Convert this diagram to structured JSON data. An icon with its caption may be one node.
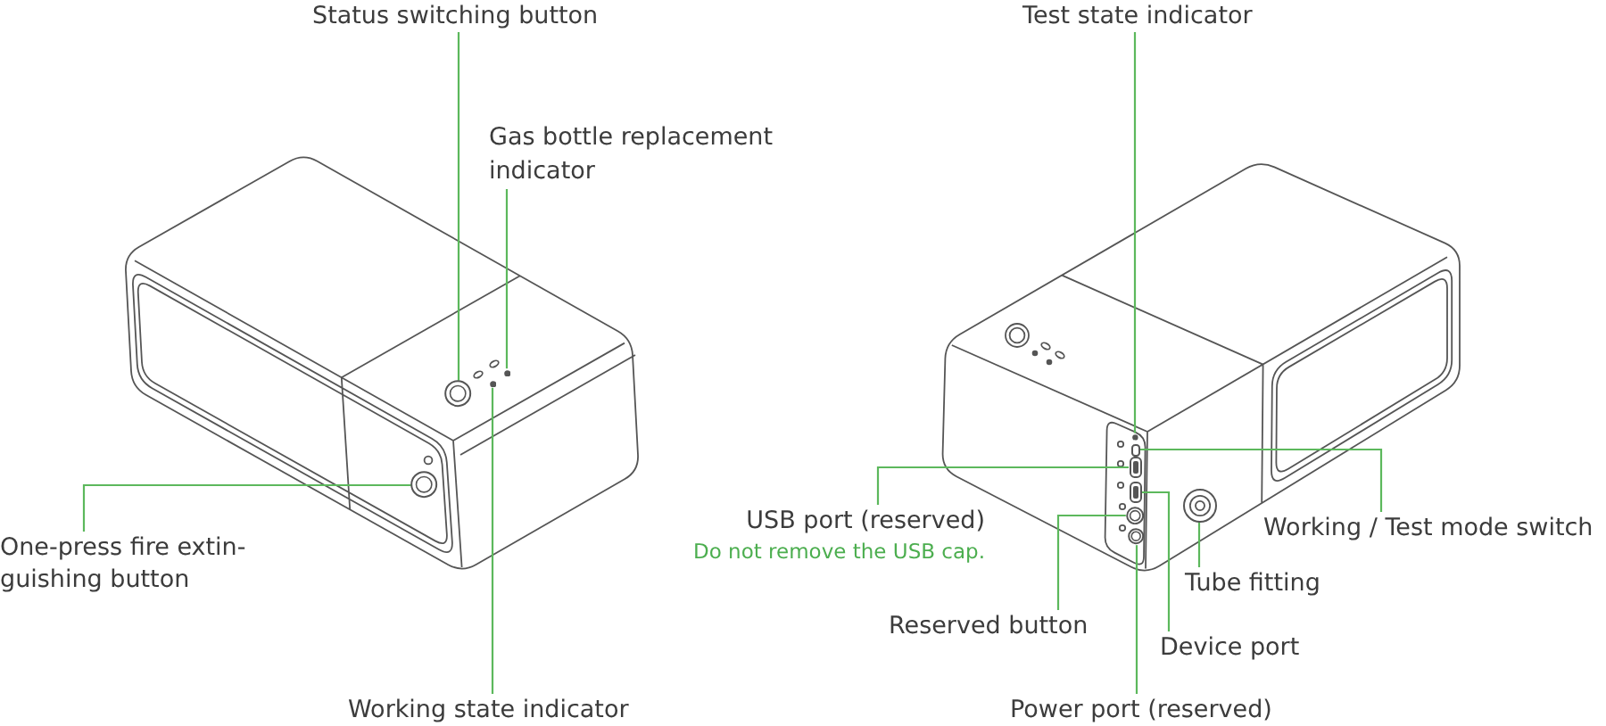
{
  "diagram": {
    "nodes": [
      {
        "text": [
          "Status switching button"
        ]
      },
      {
        "text": [
          "Test state indicator"
        ]
      },
      {
        "text": [
          "Gas bottle replacement indicator"
        ]
      },
      {
        "text": [
          "USB port (reserved)",
          "Do not remove the USB cap."
        ]
      },
      {
        "text": [
          "Working / Test mode switch"
        ]
      },
      {
        "text": [
          "One-press fire extin- guishing button"
        ]
      },
      {
        "text": [
          "Tube fitting"
        ]
      },
      {
        "text": [
          "Reserved button"
        ]
      },
      {
        "text": [
          "Device port"
        ]
      },
      {
        "text": [
          "Working state indicator"
        ]
      },
      {
        "text": [
          "Power port (reserved)"
        ]
      },
      {
        "text": [],
        "shape": "circle"
      },
      {
        "text": [],
        "shape": "circle"
      },
      {
        "text": [],
        "shape": "circle"
      },
      {
        "text": [],
        "shape": "circle"
      },
      {
        "text": [],
        "shape": "circle"
      },
      {
        "text": [],
        "shape": "box"
      },
      {
        "text": [],
        "shape": "box"
      },
      {
        "text": [],
        "shape": "box"
      },
      {
        "text": [],
        "shape": "circle"
      },
      {
        "text": [],
        "shape": "circle"
      },
      {
        "text": [],
        "shape": "cylinder"
      }
    ],
    "edges": [
      {
        "from": 0,
        "to": 12,
        "arrow": "none"
      },
      {
        "from": 1,
        "to": 15,
        "arrow": "none"
      },
      {
        "from": 2,
        "to": 14,
        "arrow": "none"
      },
      {
        "from": 3,
        "to": 17,
        "arrow": "none"
      },
      {
        "from": 4,
        "to": 16,
        "arrow": "none"
      },
      {
        "from": 5,
        "to": 11,
        "arrow": "none"
      },
      {
        "from": 6,
        "to": 21,
        "arrow": "none"
      },
      {
        "from": 7,
        "to": 19,
        "arrow": "none"
      },
      {
        "from": 8,
        "to": 18,
        "arrow": "none"
      },
      {
        "from": 9,
        "to": 13,
        "arrow": "none"
      },
      {
        "from": 10,
        "to": 20,
        "arrow": "none"
      }
    ]
  }
}
